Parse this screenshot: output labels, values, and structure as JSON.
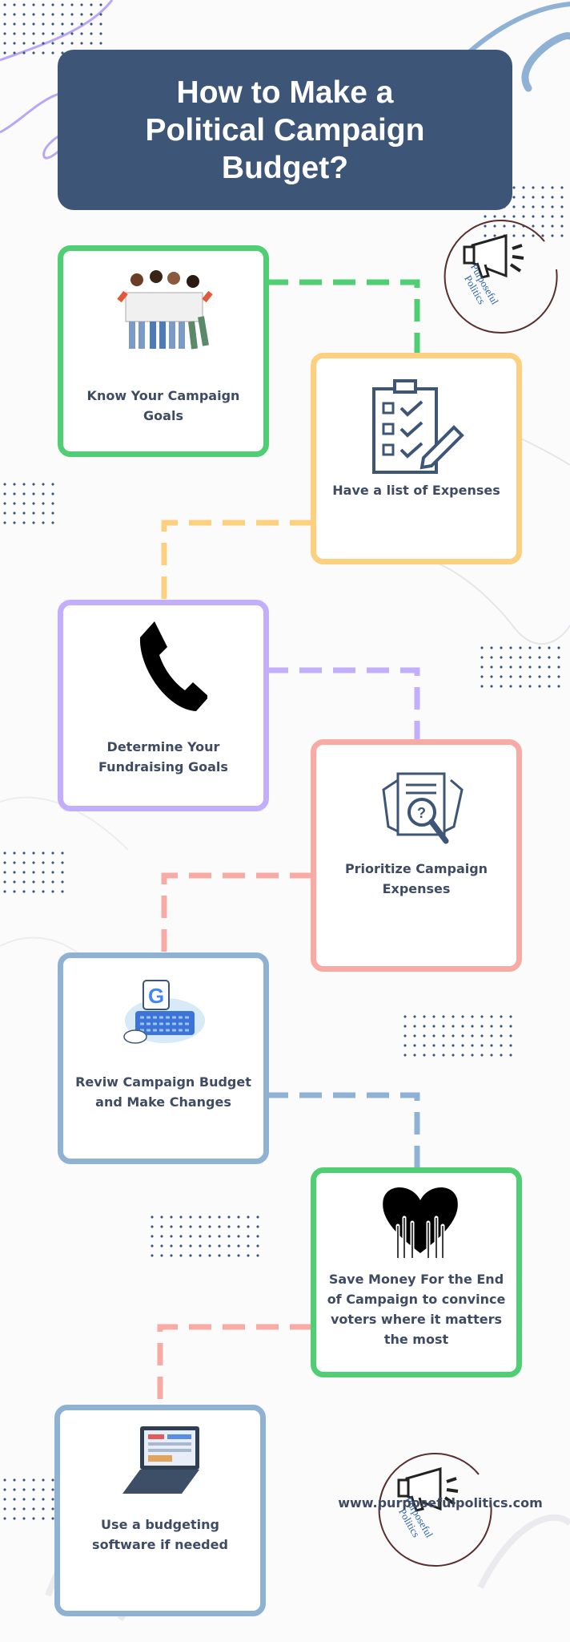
{
  "title": "How to Make a Political Campaign Budget?",
  "steps": [
    {
      "label": "Know Your Campaign Goals",
      "color": "#4fce73",
      "icon": "protest-crowd-icon"
    },
    {
      "label": "Have a list of Expenses",
      "color": "#fcd07e",
      "icon": "checklist-icon"
    },
    {
      "label": "Determine Your Fundraising Goals",
      "color": "#c2aefa",
      "icon": "phone-icon"
    },
    {
      "label": "Prioritize Campaign Expenses",
      "color": "#f8aaa4",
      "icon": "document-search-icon"
    },
    {
      "label": "Reviw Campaign Budget and Make Changes",
      "color": "#8fb1d3",
      "icon": "google-keyboard-icon"
    },
    {
      "label": "Save Money For the End of Campaign to convince voters where it matters the most",
      "color": "#4fce73",
      "icon": "raised-hands-heart-icon"
    },
    {
      "label": "Use a budgeting software if needed",
      "color": "#8fb1d3",
      "icon": "laptop-icon"
    }
  ],
  "logo": {
    "text": "Purposeful Politics",
    "icon": "megaphone-icon"
  },
  "website": "www.purposefulpolitics.com",
  "colors": {
    "title_bg": "#3d5577",
    "text": "#3e4b63",
    "dots": "#3d5577"
  }
}
